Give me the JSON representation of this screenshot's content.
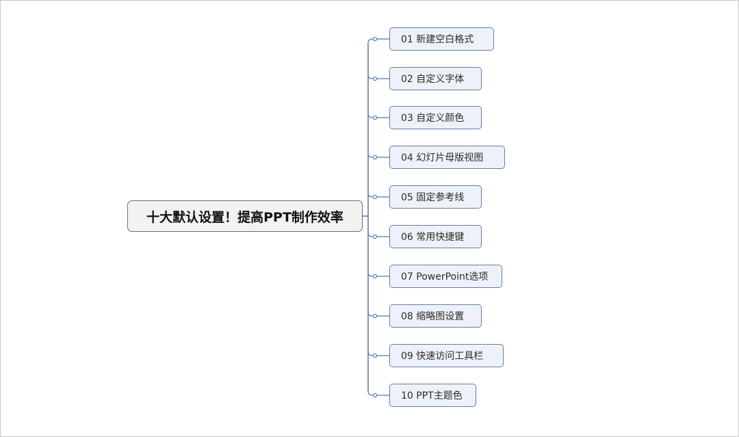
{
  "root": {
    "label": "十大默认设置！提高PPT制作效率"
  },
  "branches": [
    {
      "label": "01 新建空白格式"
    },
    {
      "label": "02 自定义字体"
    },
    {
      "label": "03 自定义颜色"
    },
    {
      "label": "04 幻灯片母版视图"
    },
    {
      "label": "05 固定参考线"
    },
    {
      "label": "06 常用快捷键"
    },
    {
      "label": "07 PowerPoint选项"
    },
    {
      "label": "08 缩略图设置"
    },
    {
      "label": "09 快速访问工具栏"
    },
    {
      "label": "10 PPT主题色"
    }
  ],
  "colors": {
    "connector": "#4f77a6",
    "node_border": "#5b7fa8",
    "node_fill": "#eef2f8",
    "root_fill": "#f2f2f2"
  }
}
